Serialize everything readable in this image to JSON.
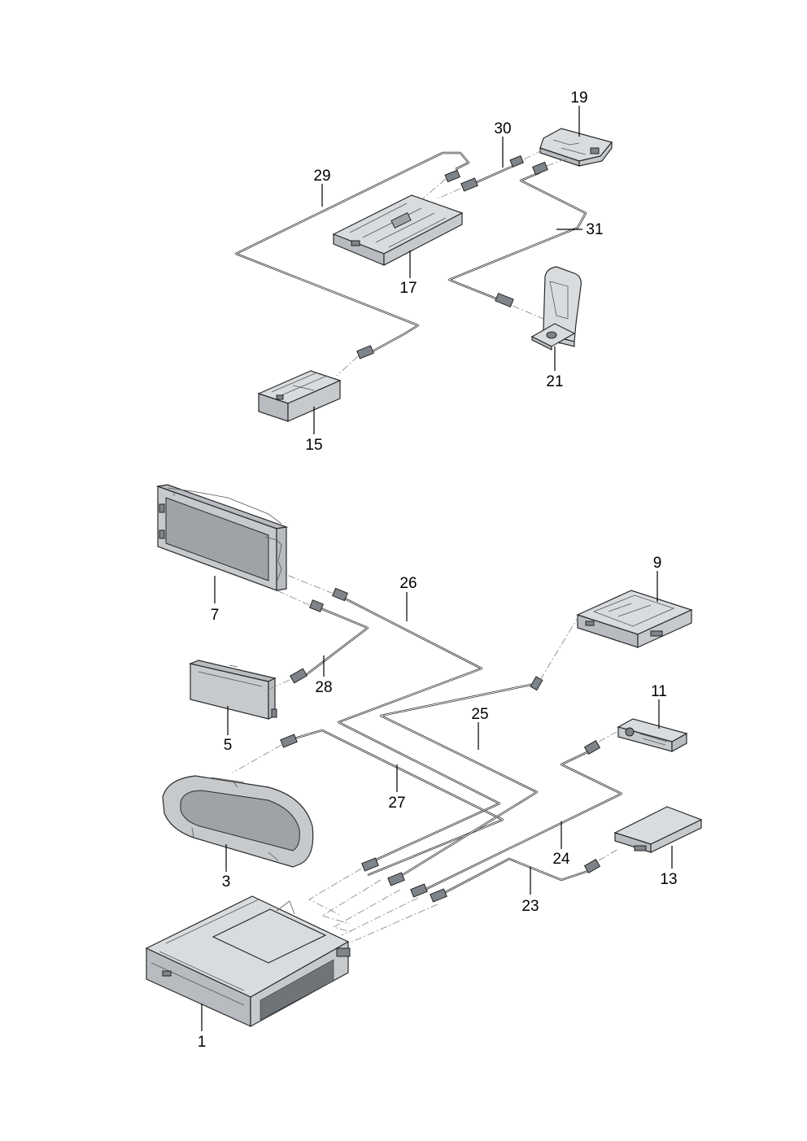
{
  "labels": {
    "l1": "1",
    "l3": "3",
    "l5": "5",
    "l7": "7",
    "l9": "9",
    "l11": "11",
    "l13": "13",
    "l15": "15",
    "l17": "17",
    "l19": "19",
    "l21": "21",
    "l23": "23",
    "l24": "24",
    "l25": "25",
    "l26": "26",
    "l27": "27",
    "l28": "28",
    "l29": "29",
    "l30": "30",
    "l31": "31"
  }
}
